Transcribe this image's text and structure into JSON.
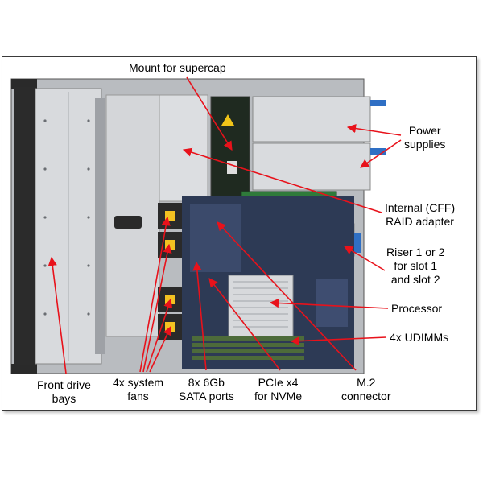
{
  "labels": {
    "supercap": "Mount for supercap",
    "power_supplies": "Power\nsupplies",
    "raid_adapter": "Internal (CFF)\nRAID adapter",
    "riser": "Riser 1 or 2\nfor slot 1\nand slot 2",
    "processor": "Processor",
    "udimms": "4x UDIMMs",
    "m2": "M.2\nconnector",
    "pcie": "PCIe x4\nfor NVMe",
    "sata": "8x 6Gb\nSATA ports",
    "fans": "4x system\nfans",
    "drive_bays": "Front drive\nbays"
  },
  "colors": {
    "callout": "#e8121b",
    "chassis": "#c9ccd0",
    "board": "#2d3a55",
    "raid_card": "#2f7a3a",
    "fan": "#f3c221"
  }
}
